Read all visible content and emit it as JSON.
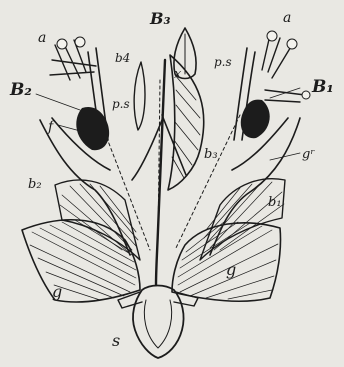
{
  "figure": {
    "background": "#e9e8e3",
    "ink": "#1c1c1c",
    "labels": {
      "a_left": "a",
      "a_right": "a",
      "B3": "B₃",
      "B2": "B₂",
      "B1": "B₁",
      "b4": "b4",
      "x": "x",
      "ps_left": "p.s",
      "ps_right": "p.s",
      "f": "f",
      "b3": "b₃",
      "gr": "gʳ",
      "b2": "b₂",
      "b1": "b₁",
      "g_left": "g",
      "g_right": "g",
      "s": "s"
    }
  }
}
